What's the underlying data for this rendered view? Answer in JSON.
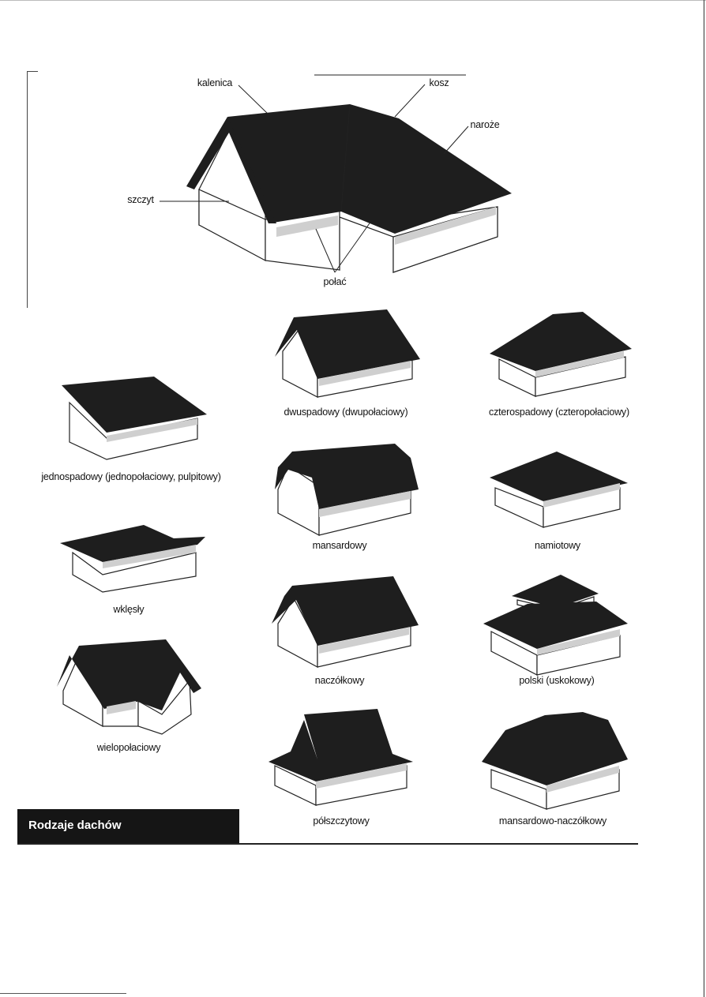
{
  "title": "Rodzaje dachów",
  "parts": {
    "kalenica": "kalenica",
    "kosz": "kosz",
    "naroze": "naroże",
    "szczyt": "szczyt",
    "polac": "połać"
  },
  "roof_types": {
    "jednospadowy": "jednospadowy (jednopołaciowy, pulpitowy)",
    "wklesly": "wklęsły",
    "wielopolaciowy": "wielopołaciowy",
    "dwuspadowy": "dwuspadowy (dwupołaciowy)",
    "mansardowy": "mansardowy",
    "naczolkowy": "naczółkowy",
    "polszczytowy": "półszczytowy",
    "czterospadowy": "czterospadowy (czteropołaciowy)",
    "namiotowy": "namiotowy",
    "polski": "polski (uskokowy)",
    "mansardowo_naczolkowy": "mansardowo-naczółkowy"
  }
}
